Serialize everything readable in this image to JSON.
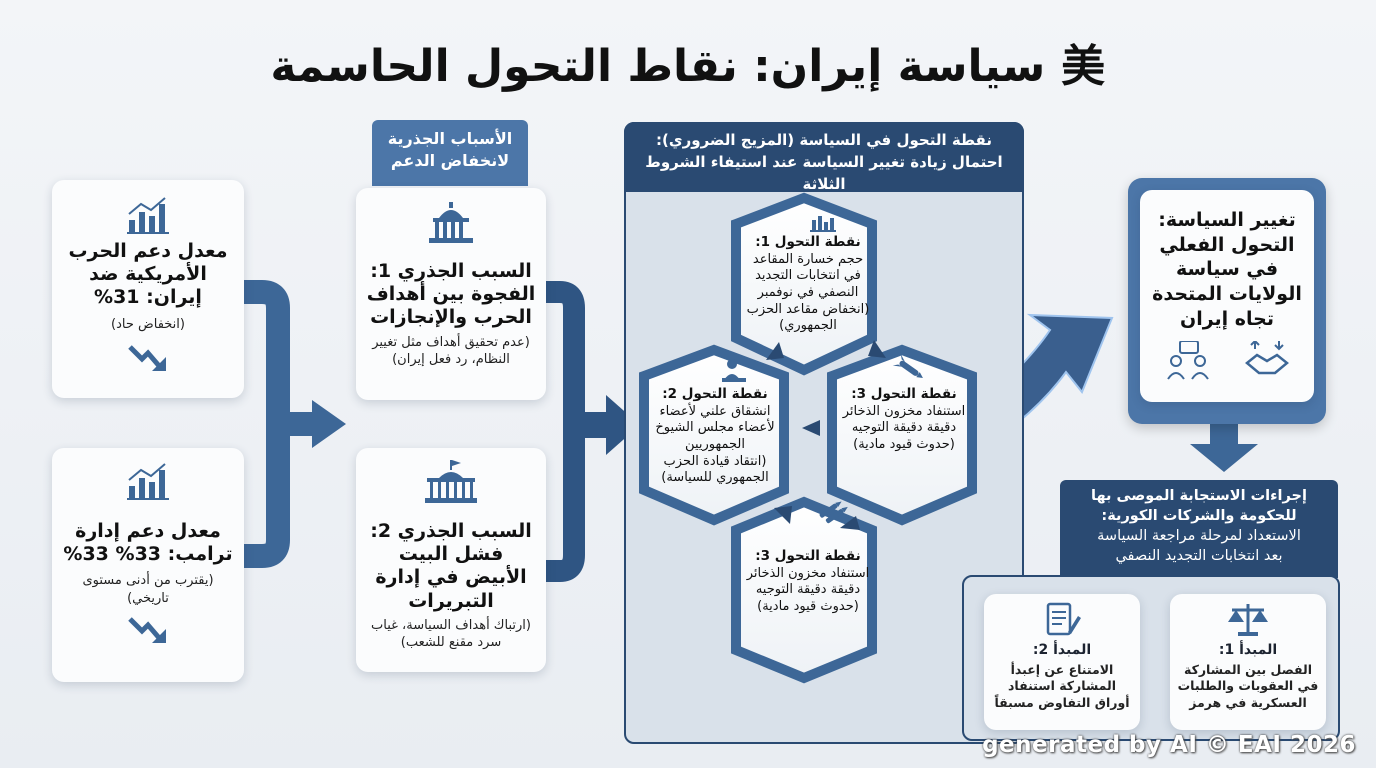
{
  "title": "美 سياسة إيران: نقاط التحول الحاسمة",
  "colors": {
    "navy": "#2a4a72",
    "steel": "#4c76a8",
    "pale": "#d9e1ea",
    "card": "#fbfcfd",
    "arrow": "#3b5f8c"
  },
  "support": [
    {
      "icon": "bar-chart-icon",
      "title": "معدل دعم الحرب الأمريكية ضد إيران: 31%",
      "note": "(انخفاض حاد)",
      "trend": "trend-down-icon"
    },
    {
      "icon": "bar-chart-icon",
      "title": "معدل دعم إدارة ترامب: 33% 33%",
      "note": "(يقترب من أدنى مستوى تاريخي)",
      "trend": "trend-down-icon"
    }
  ],
  "causes": {
    "header": "الأسباب الجذرية لانخفاض الدعم",
    "items": [
      {
        "icon": "capitol-icon",
        "title": "السبب الجذري 1: الفجوة بين أهداف الحرب والإنجازات",
        "note": "(عدم تحقيق أهداف مثل تغيير النظام، رد فعل إيران)"
      },
      {
        "icon": "white-house-icon",
        "title": "السبب الجذري 2: فشل البيت الأبيض في إدارة التبريرات",
        "note": "(ارتباك أهداف السياسة، غياب سرد مقنع للشعب)"
      }
    ]
  },
  "turning": {
    "header_line1": "نقطة التحول في السياسة (المزيج الضروري):",
    "header_line2": "احتمال زيادة تغيير السياسة عند استيفاء الشروط الثلاثة",
    "hex": [
      {
        "id": "top",
        "icon": "bar-chart-small-icon",
        "title": "نقطة التحول 1:",
        "body": "حجم خسارة المقاعد في انتخابات التجديد النصفي في نوفمبر",
        "note": "(انخفاض مقاعد الحزب الجمهوري)"
      },
      {
        "id": "left",
        "icon": "senator-icon",
        "title": "نقطة التحول 2:",
        "body": "انشقاق علني لأعضاء لأعضاء مجلس الشيوخ الجمهوريين",
        "note": "(انتقاد قيادة الحزب الجمهوري للسياسة)"
      },
      {
        "id": "right",
        "icon": "missile-icon",
        "title": "نقطة التحول 3:",
        "body": "استنفاد مخزون الذخائر دقيقة دقيقة التوجيه",
        "note": "(حدوث قيود مادية)"
      },
      {
        "id": "bottom",
        "icon": "missiles-icon",
        "title": "نقطة التحول 3:",
        "body": "استنفاد مخزون الذخائر دقيقة دقيقة التوجيه",
        "note": "(حدوث قيود مادية)"
      }
    ]
  },
  "policy_change": {
    "title": "تغيير السياسة: التحول الفعلي في سياسة الولايات المتحدة تجاه إيران"
  },
  "response": {
    "header_line1": "إجراءات الاستجابة الموصى بها",
    "header_line2": "للحكومة والشركات الكورية:",
    "header_line3": "الاستعداد لمرحلة مراجعة السياسة",
    "header_line4": "بعد انتخابات التجديد النصفي",
    "principles": [
      {
        "icon": "scales-icon",
        "title": "المبدأ 1:",
        "body": "الفصل بين المشاركة في العقوبات والطلبات العسكرية في هرمز"
      },
      {
        "icon": "document-pen-icon",
        "title": "المبدأ 2:",
        "body": "الامتناع عن إعبدأ المشاركة استنفاد أوراق التفاوض مسبقاً"
      }
    ]
  },
  "watermark": "generated by AI © EAI 2026"
}
